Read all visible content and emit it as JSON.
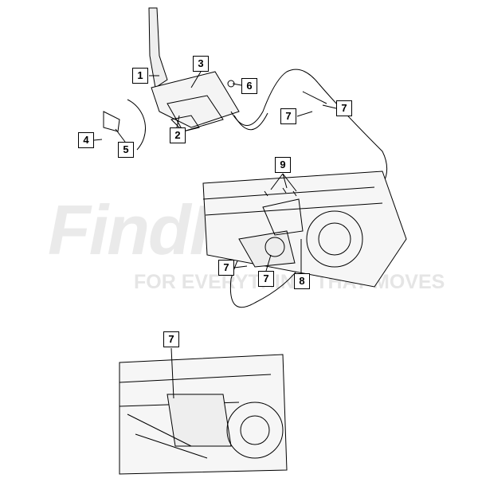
{
  "watermark": {
    "brand": "FindItParts",
    "tagline": "FOR EVERYTHING THAT MOVES",
    "accent": "#c0392b"
  },
  "callouts": [
    "1",
    "2",
    "3",
    "4",
    "5",
    "6",
    "7",
    "7",
    "7",
    "7",
    "7",
    "8",
    "9"
  ]
}
